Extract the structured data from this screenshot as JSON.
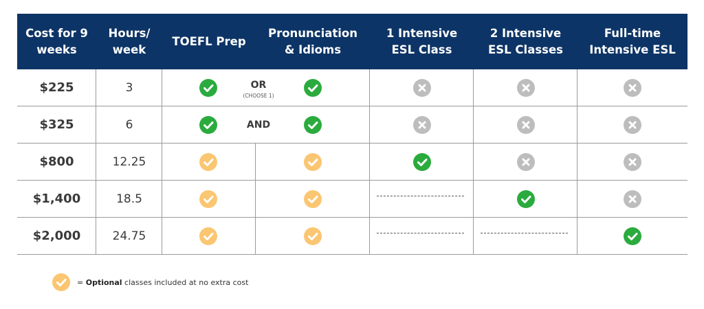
{
  "headers": [
    "Cost for 9 weeks",
    "Hours/ week",
    "TOEFL Prep",
    "Pronunciation & Idioms",
    "1 Intensive ESL Class",
    "2 Intensive ESL Classes",
    "Full-time Intensive ESL"
  ],
  "rows": [
    {
      "cost": "$225",
      "hours": "3",
      "toefl": "included",
      "pron": "included",
      "esl1": "not-included",
      "esl2": "not-included",
      "fulltime": "not-included",
      "connector": "OR",
      "connector_note": "(CHOOSE 1)"
    },
    {
      "cost": "$325",
      "hours": "6",
      "toefl": "included",
      "pron": "included",
      "esl1": "not-included",
      "esl2": "not-included",
      "fulltime": "not-included",
      "connector": "AND",
      "connector_note": ""
    },
    {
      "cost": "$800",
      "hours": "12.25",
      "toefl": "optional",
      "pron": "optional",
      "esl1": "included",
      "esl2": "not-included",
      "fulltime": "not-included",
      "connector": "",
      "connector_note": ""
    },
    {
      "cost": "$1,400",
      "hours": "18.5",
      "toefl": "optional",
      "pron": "optional",
      "esl1": "dash",
      "esl2": "included",
      "fulltime": "not-included",
      "connector": "",
      "connector_note": ""
    },
    {
      "cost": "$2,000",
      "hours": "24.75",
      "toefl": "optional",
      "pron": "optional",
      "esl1": "dash",
      "esl2": "dash",
      "fulltime": "included",
      "connector": "",
      "connector_note": ""
    }
  ],
  "legend": {
    "prefix": "= ",
    "bold": "Optional",
    "rest": " classes included at no extra cost",
    "icon": "optional-check-icon"
  },
  "colors": {
    "header_bg": "#0d3466",
    "included": "#2bab3e",
    "optional": "#fbc672",
    "not_included": "#bdbdbd",
    "grid_line": "#9a9a9a"
  },
  "icons": {
    "included": "green-check-icon",
    "optional": "optional-check-icon",
    "not-included": "gray-x-icon"
  }
}
